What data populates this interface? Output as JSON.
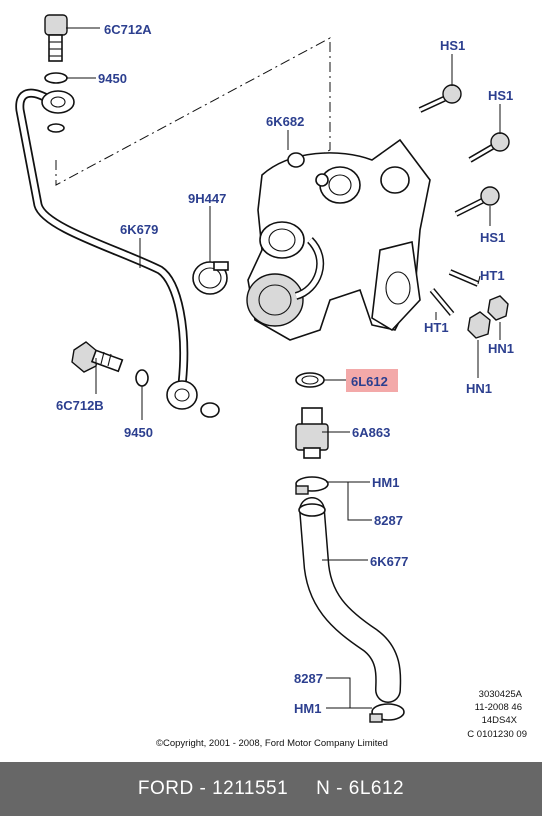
{
  "labels": {
    "l_6C712A": "6C712A",
    "l_9450_top": "9450",
    "l_6K679": "6K679",
    "l_6C712B": "6C712B",
    "l_9450_bot": "9450",
    "l_6K682": "6K682",
    "l_9H447": "9H447",
    "l_HS1_a": "HS1",
    "l_HS1_b": "HS1",
    "l_HS1_c": "HS1",
    "l_HT1_a": "HT1",
    "l_HT1_b": "HT1",
    "l_HN1_a": "HN1",
    "l_HN1_b": "HN1",
    "l_6L612": "6L612",
    "l_6A863": "6A863",
    "l_HM1_a": "HM1",
    "l_8287_a": "8287",
    "l_6K677": "6K677",
    "l_8287_b": "8287",
    "l_HM1_b": "HM1"
  },
  "highlight_color": "#f3a9a9",
  "label_color": "#2c3f8f",
  "meta": {
    "line1": "3030425A",
    "line2": "11-2008 46",
    "line3": "14DS4X",
    "line4": "C 0101230 09"
  },
  "copyright": "©Copyright, 2001 - 2008, Ford Motor Company Limited",
  "footer": {
    "brand_part": "FORD - 1211551",
    "ref": "N - 6L612"
  }
}
